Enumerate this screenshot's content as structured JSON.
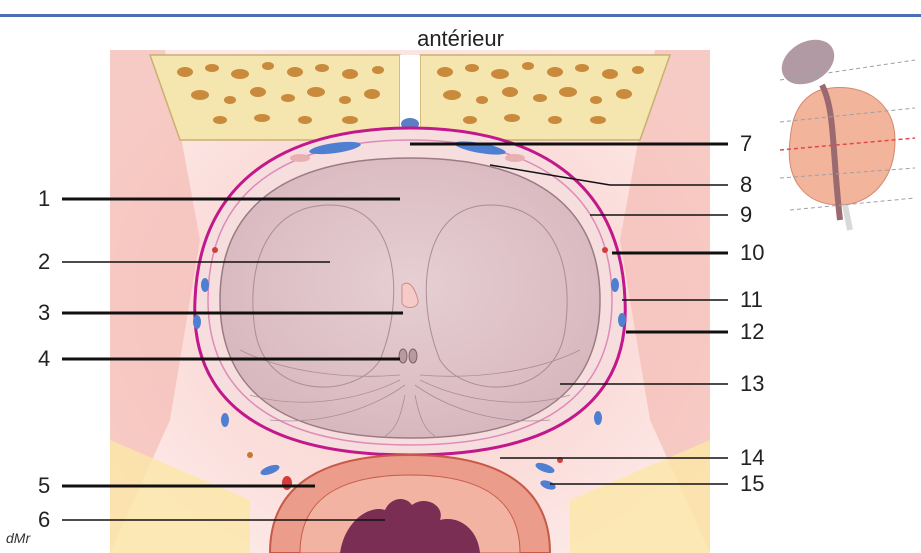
{
  "header": {
    "title": "antérieur"
  },
  "signature": "dMr",
  "labels": [
    "1",
    "2",
    "3",
    "4",
    "5",
    "6",
    "7",
    "8",
    "9",
    "10",
    "11",
    "12",
    "13",
    "14",
    "15"
  ]
}
